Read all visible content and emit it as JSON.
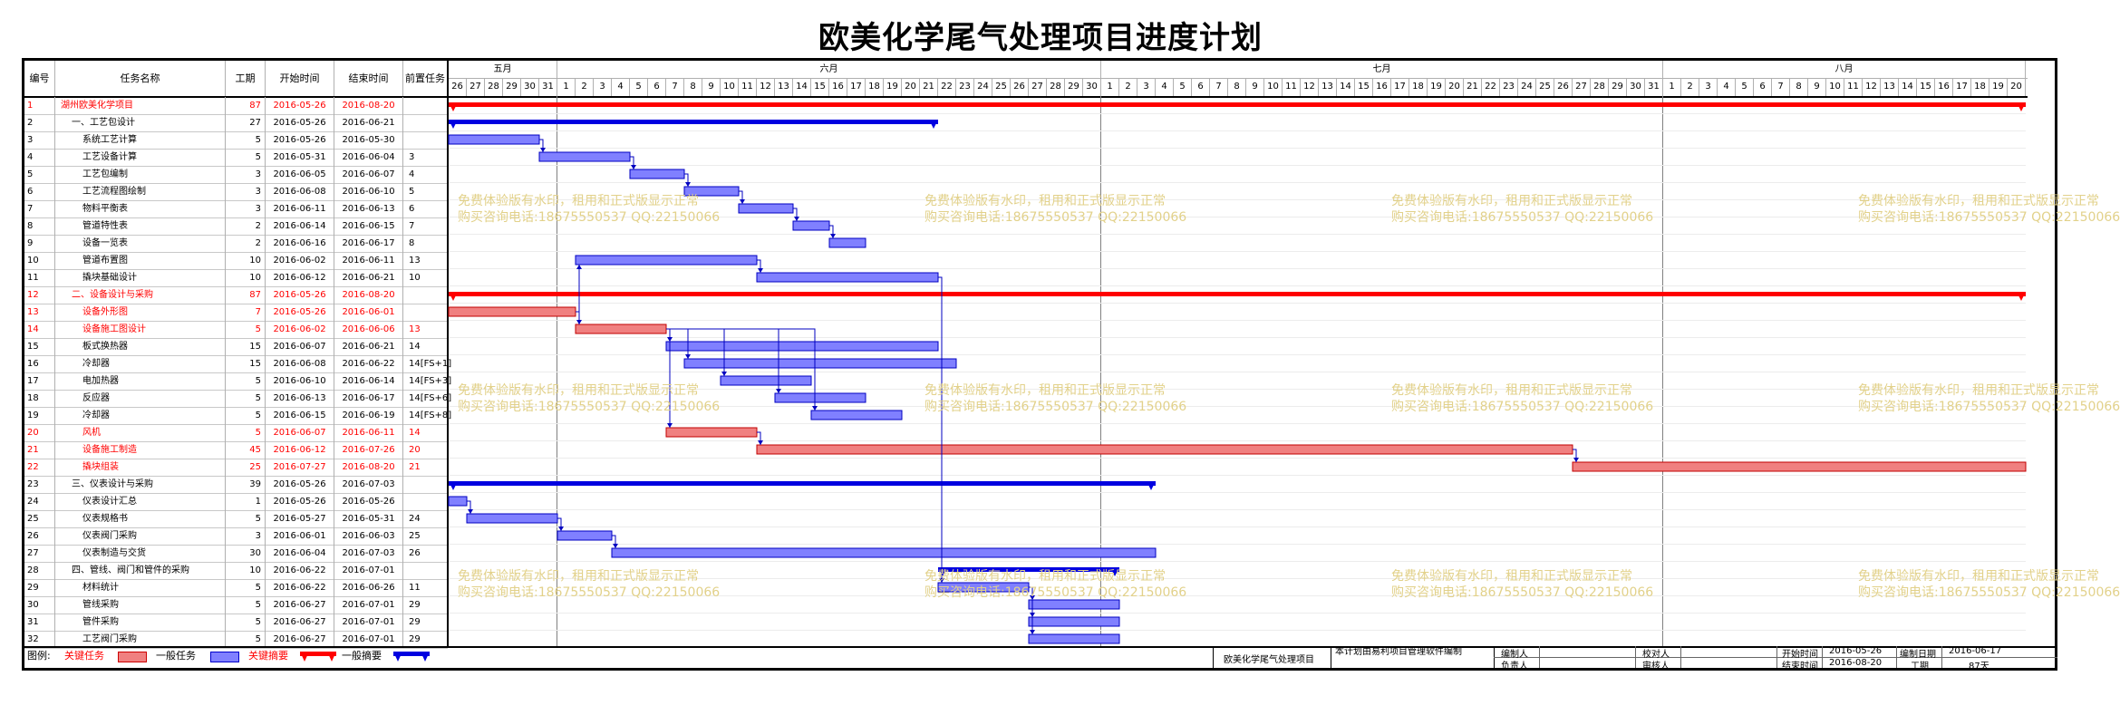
{
  "title": "欧美化学尾气处理项目进度计划",
  "columns": [
    "编号",
    "任务名称",
    "工期",
    "开始时间",
    "结束时间",
    "前置任务"
  ],
  "months": [
    {
      "label": "五月",
      "start_index": 0,
      "days": 6
    },
    {
      "label": "六月",
      "start_index": 6,
      "days": 30
    },
    {
      "label": "七月",
      "start_index": 36,
      "days": 31
    },
    {
      "label": "八月",
      "start_index": 67,
      "days": 20
    }
  ],
  "days": [
    "26",
    "27",
    "28",
    "29",
    "30",
    "31",
    "1",
    "2",
    "3",
    "4",
    "5",
    "6",
    "7",
    "8",
    "9",
    "10",
    "11",
    "12",
    "13",
    "14",
    "15",
    "16",
    "17",
    "18",
    "19",
    "20",
    "21",
    "22",
    "23",
    "24",
    "25",
    "26",
    "27",
    "28",
    "29",
    "30",
    "1",
    "2",
    "3",
    "4",
    "5",
    "6",
    "7",
    "8",
    "9",
    "10",
    "11",
    "12",
    "13",
    "14",
    "15",
    "16",
    "17",
    "18",
    "19",
    "20",
    "21",
    "22",
    "23",
    "24",
    "25",
    "26",
    "27",
    "28",
    "29",
    "30",
    "31",
    "1",
    "2",
    "3",
    "4",
    "5",
    "6",
    "7",
    "8",
    "9",
    "10",
    "11",
    "12",
    "13",
    "14",
    "15",
    "16",
    "17",
    "18",
    "19",
    "20"
  ],
  "tasks": [
    {
      "id": "1",
      "name": "湖州欧美化学项目",
      "dur": "87",
      "start": "2016-05-26",
      "end": "2016-08-20",
      "pred": "",
      "red": true,
      "type": "summary",
      "s": 0,
      "d": 87,
      "indent": 0
    },
    {
      "id": "2",
      "name": "一、工艺包设计",
      "dur": "27",
      "start": "2016-05-26",
      "end": "2016-06-21",
      "pred": "",
      "red": false,
      "type": "summary",
      "s": 0,
      "d": 27,
      "indent": 1
    },
    {
      "id": "3",
      "name": "系统工艺计算",
      "dur": "5",
      "start": "2016-05-26",
      "end": "2016-05-30",
      "pred": "",
      "red": false,
      "type": "task",
      "s": 0,
      "d": 5,
      "indent": 2
    },
    {
      "id": "4",
      "name": "工艺设备计算",
      "dur": "5",
      "start": "2016-05-31",
      "end": "2016-06-04",
      "pred": "3",
      "red": false,
      "type": "task",
      "s": 5,
      "d": 5,
      "indent": 2
    },
    {
      "id": "5",
      "name": "工艺包编制",
      "dur": "3",
      "start": "2016-06-05",
      "end": "2016-06-07",
      "pred": "4",
      "red": false,
      "type": "task",
      "s": 10,
      "d": 3,
      "indent": 2
    },
    {
      "id": "6",
      "name": "工艺流程图绘制",
      "dur": "3",
      "start": "2016-06-08",
      "end": "2016-06-10",
      "pred": "5",
      "red": false,
      "type": "task",
      "s": 13,
      "d": 3,
      "indent": 2
    },
    {
      "id": "7",
      "name": "物料平衡表",
      "dur": "3",
      "start": "2016-06-11",
      "end": "2016-06-13",
      "pred": "6",
      "red": false,
      "type": "task",
      "s": 16,
      "d": 3,
      "indent": 2
    },
    {
      "id": "8",
      "name": "管道特性表",
      "dur": "2",
      "start": "2016-06-14",
      "end": "2016-06-15",
      "pred": "7",
      "red": false,
      "type": "task",
      "s": 19,
      "d": 2,
      "indent": 2
    },
    {
      "id": "9",
      "name": "设备一览表",
      "dur": "2",
      "start": "2016-06-16",
      "end": "2016-06-17",
      "pred": "8",
      "red": false,
      "type": "task",
      "s": 21,
      "d": 2,
      "indent": 2
    },
    {
      "id": "10",
      "name": "管道布置图",
      "dur": "10",
      "start": "2016-06-02",
      "end": "2016-06-11",
      "pred": "13",
      "red": false,
      "type": "task",
      "s": 7,
      "d": 10,
      "indent": 2
    },
    {
      "id": "11",
      "name": "撬块基础设计",
      "dur": "10",
      "start": "2016-06-12",
      "end": "2016-06-21",
      "pred": "10",
      "red": false,
      "type": "task",
      "s": 17,
      "d": 10,
      "indent": 2
    },
    {
      "id": "12",
      "name": "二、设备设计与采购",
      "dur": "87",
      "start": "2016-05-26",
      "end": "2016-08-20",
      "pred": "",
      "red": true,
      "type": "summary",
      "s": 0,
      "d": 87,
      "indent": 1
    },
    {
      "id": "13",
      "name": "设备外形图",
      "dur": "7",
      "start": "2016-05-26",
      "end": "2016-06-01",
      "pred": "",
      "red": true,
      "type": "task",
      "s": 0,
      "d": 7,
      "indent": 2
    },
    {
      "id": "14",
      "name": "设备施工图设计",
      "dur": "5",
      "start": "2016-06-02",
      "end": "2016-06-06",
      "pred": "13",
      "red": true,
      "type": "task",
      "s": 7,
      "d": 5,
      "indent": 2
    },
    {
      "id": "15",
      "name": "板式换热器",
      "dur": "15",
      "start": "2016-06-07",
      "end": "2016-06-21",
      "pred": "14",
      "red": false,
      "type": "task",
      "s": 12,
      "d": 15,
      "indent": 2
    },
    {
      "id": "16",
      "name": "冷却器",
      "dur": "15",
      "start": "2016-06-08",
      "end": "2016-06-22",
      "pred": "14[FS+1]",
      "red": false,
      "type": "task",
      "s": 13,
      "d": 15,
      "indent": 2
    },
    {
      "id": "17",
      "name": "电加热器",
      "dur": "5",
      "start": "2016-06-10",
      "end": "2016-06-14",
      "pred": "14[FS+3]",
      "red": false,
      "type": "task",
      "s": 15,
      "d": 5,
      "indent": 2
    },
    {
      "id": "18",
      "name": "反应器",
      "dur": "5",
      "start": "2016-06-13",
      "end": "2016-06-17",
      "pred": "14[FS+6]",
      "red": false,
      "type": "task",
      "s": 18,
      "d": 5,
      "indent": 2
    },
    {
      "id": "19",
      "name": "冷却器",
      "dur": "5",
      "start": "2016-06-15",
      "end": "2016-06-19",
      "pred": "14[FS+8]",
      "red": false,
      "type": "task",
      "s": 20,
      "d": 5,
      "indent": 2
    },
    {
      "id": "20",
      "name": "风机",
      "dur": "5",
      "start": "2016-06-07",
      "end": "2016-06-11",
      "pred": "14",
      "red": true,
      "type": "task",
      "s": 12,
      "d": 5,
      "indent": 2
    },
    {
      "id": "21",
      "name": "设备施工制造",
      "dur": "45",
      "start": "2016-06-12",
      "end": "2016-07-26",
      "pred": "20",
      "red": true,
      "type": "task",
      "s": 17,
      "d": 45,
      "indent": 2
    },
    {
      "id": "22",
      "name": "撬块组装",
      "dur": "25",
      "start": "2016-07-27",
      "end": "2016-08-20",
      "pred": "21",
      "red": true,
      "type": "task",
      "s": 62,
      "d": 25,
      "indent": 2
    },
    {
      "id": "23",
      "name": "三、仪表设计与采购",
      "dur": "39",
      "start": "2016-05-26",
      "end": "2016-07-03",
      "pred": "",
      "red": false,
      "type": "summary",
      "s": 0,
      "d": 39,
      "indent": 1
    },
    {
      "id": "24",
      "name": "仪表设计汇总",
      "dur": "1",
      "start": "2016-05-26",
      "end": "2016-05-26",
      "pred": "",
      "red": false,
      "type": "task",
      "s": 0,
      "d": 1,
      "indent": 2
    },
    {
      "id": "25",
      "name": "仪表规格书",
      "dur": "5",
      "start": "2016-05-27",
      "end": "2016-05-31",
      "pred": "24",
      "red": false,
      "type": "task",
      "s": 1,
      "d": 5,
      "indent": 2
    },
    {
      "id": "26",
      "name": "仪表阀门采购",
      "dur": "3",
      "start": "2016-06-01",
      "end": "2016-06-03",
      "pred": "25",
      "red": false,
      "type": "task",
      "s": 6,
      "d": 3,
      "indent": 2
    },
    {
      "id": "27",
      "name": "仪表制造与交货",
      "dur": "30",
      "start": "2016-06-04",
      "end": "2016-07-03",
      "pred": "26",
      "red": false,
      "type": "task",
      "s": 9,
      "d": 30,
      "indent": 2
    },
    {
      "id": "28",
      "name": "四、管线、阀门和管件的采购",
      "dur": "10",
      "start": "2016-06-22",
      "end": "2016-07-01",
      "pred": "",
      "red": false,
      "type": "summary",
      "s": 27,
      "d": 10,
      "indent": 1
    },
    {
      "id": "29",
      "name": "材料统计",
      "dur": "5",
      "start": "2016-06-22",
      "end": "2016-06-26",
      "pred": "11",
      "red": false,
      "type": "task",
      "s": 27,
      "d": 5,
      "indent": 2
    },
    {
      "id": "30",
      "name": "管线采购",
      "dur": "5",
      "start": "2016-06-27",
      "end": "2016-07-01",
      "pred": "29",
      "red": false,
      "type": "task",
      "s": 32,
      "d": 5,
      "indent": 2
    },
    {
      "id": "31",
      "name": "管件采购",
      "dur": "5",
      "start": "2016-06-27",
      "end": "2016-07-01",
      "pred": "29",
      "red": false,
      "type": "task",
      "s": 32,
      "d": 5,
      "indent": 2
    },
    {
      "id": "32",
      "name": "工艺阀门采购",
      "dur": "5",
      "start": "2016-06-27",
      "end": "2016-07-01",
      "pred": "29",
      "red": false,
      "type": "task",
      "s": 32,
      "d": 5,
      "indent": 2
    }
  ],
  "links": [
    [
      3,
      4
    ],
    [
      4,
      5
    ],
    [
      5,
      6
    ],
    [
      6,
      7
    ],
    [
      7,
      8
    ],
    [
      8,
      9
    ],
    [
      13,
      10
    ],
    [
      10,
      11
    ],
    [
      13,
      14
    ],
    [
      14,
      15
    ],
    [
      14,
      16
    ],
    [
      14,
      17
    ],
    [
      14,
      18
    ],
    [
      14,
      19
    ],
    [
      14,
      20
    ],
    [
      20,
      21
    ],
    [
      21,
      22
    ],
    [
      24,
      25
    ],
    [
      25,
      26
    ],
    [
      26,
      27
    ],
    [
      11,
      29
    ],
    [
      29,
      30
    ],
    [
      29,
      31
    ],
    [
      29,
      32
    ]
  ],
  "watermark": {
    "line1": "免费体验版有水印，租用和正式版显示正常",
    "line2": "购买咨询电话:18675550537 QQ:22150066"
  },
  "legend": {
    "prefix": "图例:",
    "critical": "关键任务",
    "normal": "一般任务",
    "critical_summary": "关键摘要",
    "normal_summary": "一般摘要"
  },
  "colors": {
    "critical_fill": "#f08080",
    "normal_fill": "#8080ff",
    "critical_summary": "#ff0000",
    "normal_summary": "#0000e0",
    "link": "#0000c0",
    "watermark": "#e2d18a"
  },
  "footer": {
    "project": "欧美化学尾气处理项目",
    "software": "本计划由易利项目管理软件编制",
    "editor_label": "编制人",
    "editor": "",
    "checker_label": "校对人",
    "checker": "",
    "start_label": "开始时间",
    "start": "2016-05-26",
    "date_label": "编制日期",
    "date": "2016-06-17",
    "owner_label": "负责人",
    "owner": "",
    "reviewer_label": "审核人",
    "reviewer": "",
    "end_label": "结束时间",
    "end": "2016-08-20",
    "dur_label": "工期",
    "dur": "87天"
  }
}
